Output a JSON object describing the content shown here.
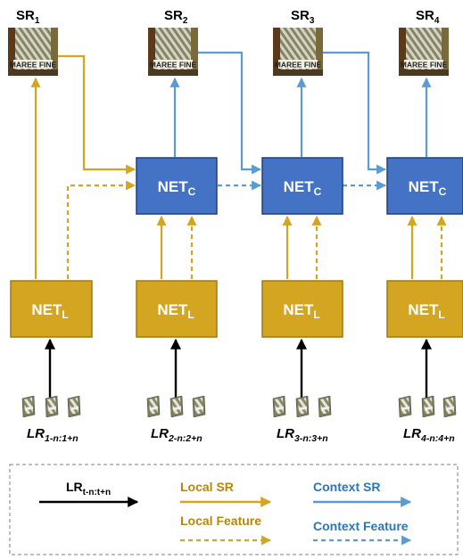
{
  "colors": {
    "local": "#D4A520",
    "context": "#5B9BD5",
    "net_c_fill": "#4472C4",
    "net_c_border": "#1F3F7A",
    "net_l_fill": "#D4A520",
    "net_l_border": "#A07A10",
    "arrow_black": "#000000",
    "legend_border": "#7F7F7F"
  },
  "icons": {
    "sr_image": "sr-patch-image-icon",
    "lr_frames": "lr-frame-stack-icon"
  },
  "columns": [
    {
      "sr_label": "SR",
      "sr_sub": "1",
      "net_l": "NET",
      "net_l_sub": "L",
      "lr_label": "LR",
      "lr_sub": "1-n:1+n",
      "has_net_c": false
    },
    {
      "sr_label": "SR",
      "sr_sub": "2",
      "net_c": "NET",
      "net_c_sub": "C",
      "net_l": "NET",
      "net_l_sub": "L",
      "lr_label": "LR",
      "lr_sub": "2-n:2+n",
      "has_net_c": true
    },
    {
      "sr_label": "SR",
      "sr_sub": "3",
      "net_c": "NET",
      "net_c_sub": "C",
      "net_l": "NET",
      "net_l_sub": "L",
      "lr_label": "LR",
      "lr_sub": "3-n:3+n",
      "has_net_c": true
    },
    {
      "sr_label": "SR",
      "sr_sub": "4",
      "net_c": "NET",
      "net_c_sub": "C",
      "net_l": "NET",
      "net_l_sub": "L",
      "lr_label": "LR",
      "lr_sub": "4-n:4+n",
      "has_net_c": true
    }
  ],
  "legend": {
    "input_label": "LR",
    "input_sub": "t-n:t+n",
    "local_sr": "Local SR",
    "local_feature": "Local Feature",
    "context_sr": "Context SR",
    "context_feature": "Context Feature"
  }
}
